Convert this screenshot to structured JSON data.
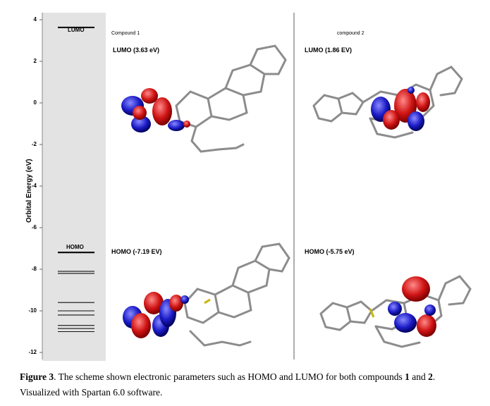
{
  "diagram": {
    "y_axis": {
      "label": "Orbital Energy (eV)",
      "ticks": [
        "4",
        "2",
        "0",
        "-2",
        "-4",
        "-6",
        "-8",
        "-10",
        "-12"
      ]
    },
    "level_labels": {
      "lumo": "LUMO",
      "homo": "HOMO"
    },
    "compounds": [
      {
        "name": "Compound  1",
        "lumo_label": "LUMO (3.63 eV)",
        "homo_label": "HOMO (-7.19 EV)"
      },
      {
        "name": "compound 2",
        "lumo_label": "LUMO (1.86 EV)",
        "homo_label": "HOMO (-5.75 eV)"
      }
    ]
  },
  "caption": {
    "figure_label": "Figure 3",
    "text_1": ". The scheme shown electronic parameters such as HOMO and LUMO for both compounds ",
    "compound_1": "1",
    "text_and": " and ",
    "compound_2": "2",
    "text_2": ".",
    "line_2": "Visualized with Spartan 6.0 software."
  },
  "chart_data": {
    "type": "energy-level diagram",
    "ylabel": "Orbital Energy (eV)",
    "ylim": [
      -12,
      4
    ],
    "lumo": 3.63,
    "homo": -7.19,
    "levels": [
      3.63,
      -7.19,
      -8.1,
      -8.2,
      -9.6,
      -10.0,
      -10.2,
      -10.7,
      -10.85,
      -11.0
    ]
  }
}
